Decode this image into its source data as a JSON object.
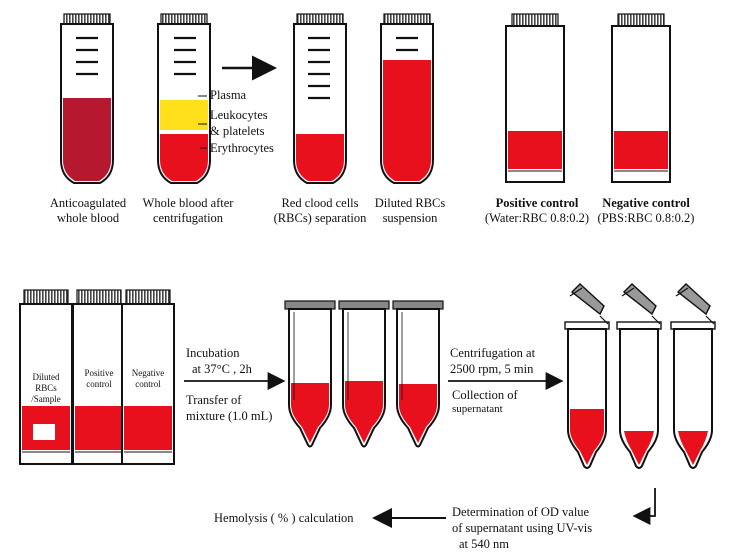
{
  "colors": {
    "blood_dark": "#b5182f",
    "blood_red": "#e8101c",
    "plasma_yellow": "#ffe01a",
    "outline": "#111111",
    "cap_gray": "#777777"
  },
  "row1": {
    "tube1_label": [
      "Anticoagulated",
      "whole blood"
    ],
    "tube2_label": [
      "Whole blood after",
      "centrifugation"
    ],
    "layer_plasma": "Plasma",
    "layer_leukocytes": [
      "Leukocytes",
      "& platelets"
    ],
    "layer_erythrocytes": "Erythrocytes",
    "tube3_label": [
      "Red clood cells",
      "(RBCs) separation"
    ],
    "tube4_label": [
      "Diluted RBCs",
      "suspension"
    ],
    "tube5_title": "Positive control",
    "tube5_sub": "(Water:RBC  0.8:0.2)",
    "tube6_title": "Negative control",
    "tube6_sub": "(PBS:RBC  0.8:0.2)"
  },
  "row2": {
    "tube_a_label": [
      "Diluted",
      "RBCs",
      "/Sample"
    ],
    "tube_b_label": [
      "Positive",
      "control"
    ],
    "tube_c_label": [
      "Negative",
      "control"
    ],
    "step1": [
      "Incubation",
      "at 37°C , 2h"
    ],
    "step2": [
      "Transfer of",
      "mixture (1.0 mL)"
    ],
    "step3": [
      "Centrifugation at",
      "2500 rpm, 5 min"
    ],
    "step4": [
      "Collection of",
      "supernatant"
    ]
  },
  "row3": {
    "determination": [
      "Determination of OD value",
      "of supernatant  using UV-vis",
      "at 540 nm"
    ],
    "result": "Hemolysis ( % ) calculation"
  }
}
